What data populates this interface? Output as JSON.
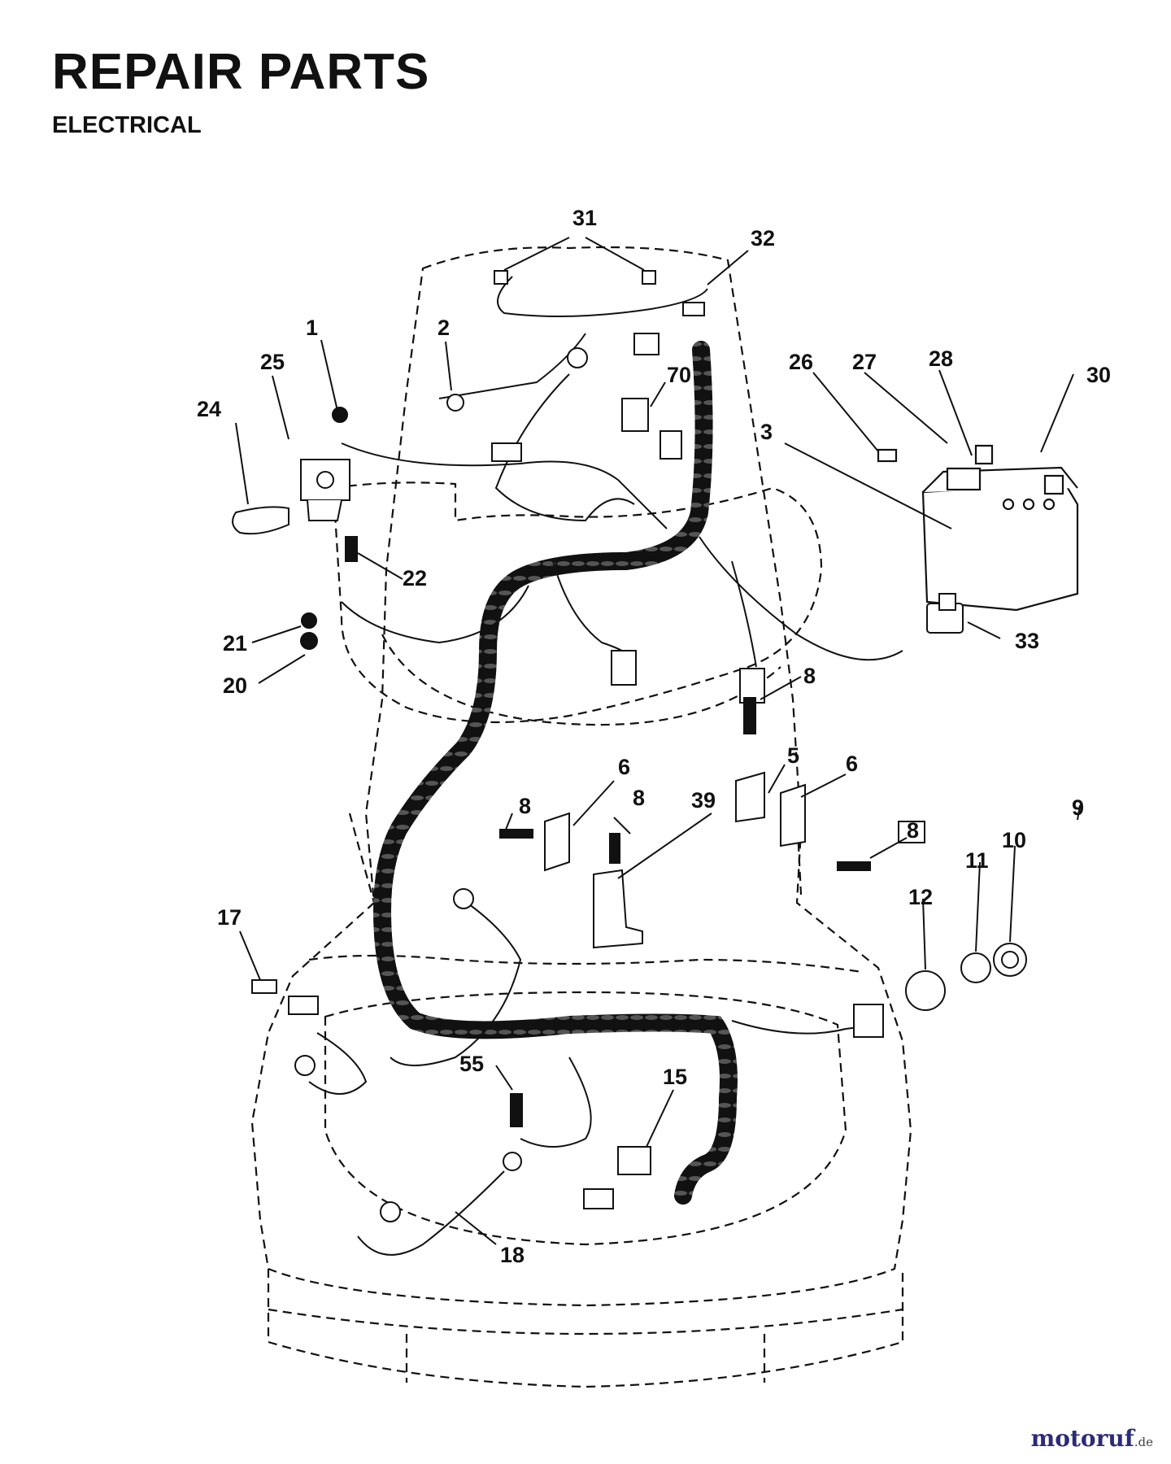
{
  "header": {
    "title": "REPAIR PARTS",
    "subtitle": "ELECTRICAL"
  },
  "callouts": [
    "31",
    "32",
    "1",
    "2",
    "25",
    "70",
    "26",
    "27",
    "28",
    "30",
    "24",
    "3",
    "22",
    "21",
    "20",
    "33",
    "8",
    "5",
    "6",
    "6",
    "8",
    "8",
    "39",
    "9",
    "8",
    "10",
    "11",
    "12",
    "17",
    "55",
    "15",
    "18"
  ],
  "watermark": {
    "text": "motoruf",
    "suffix": ".de"
  }
}
